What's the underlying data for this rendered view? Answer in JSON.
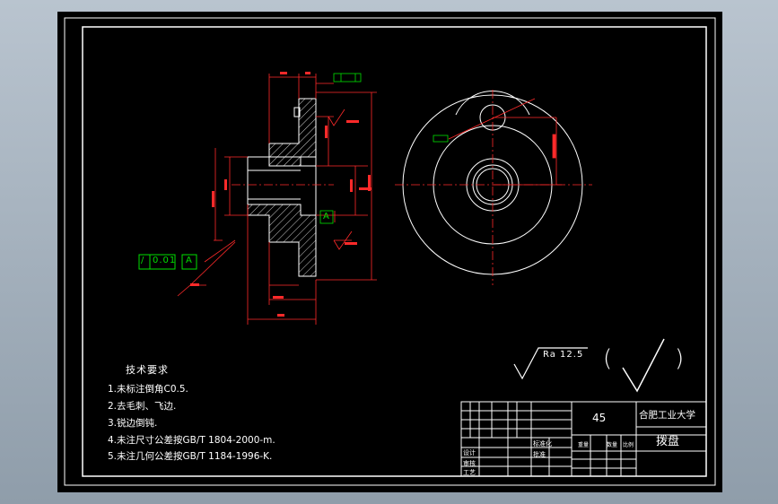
{
  "notes": {
    "title": "技术要求",
    "items": [
      "1.未标注倒角C0.5.",
      "2.去毛刺、飞边.",
      "3.锐边倒钝.",
      "4.未注尺寸公差按GB/T 1804-2000-m.",
      "5.未注几何公差按GB/T 1184-1996-K."
    ]
  },
  "gdt": {
    "symbol": "/",
    "tolerance": "0.01",
    "datum": "A",
    "datum_label": "A"
  },
  "roughness": {
    "value": "Ra 12.5",
    "parens_left": "(",
    "parens_right": ")"
  },
  "title_block": {
    "material": "45",
    "school": "合肥工业大学",
    "part_name": "拨盘",
    "label_scale": "比例",
    "label_qty": "数量",
    "label_weight": "重量",
    "row_labels": [
      "设计",
      "审核",
      "工艺"
    ],
    "row_labels_mid": [
      "标准化",
      "批准"
    ]
  },
  "colors": {
    "frame": "#ffffff",
    "part": "#ffffff",
    "dimension": "#ff2a2a",
    "gdt": "#00e000",
    "centerline": "#ff2a2a"
  }
}
